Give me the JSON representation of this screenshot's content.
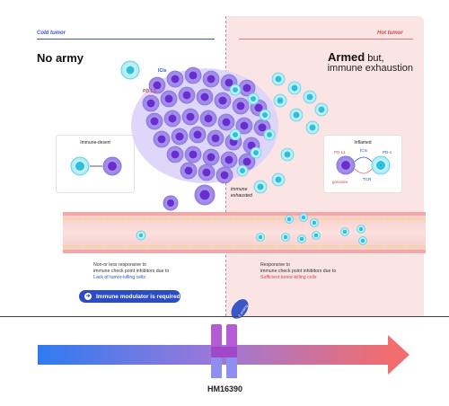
{
  "left": {
    "tag": "Cold tumor",
    "heading": "No army",
    "box_title": "Immune-desert",
    "desc_line1": "Non-or less responsive to",
    "desc_line2": "immune check point inhibitors due to",
    "desc_line3": "Lack of tumor-killing cells",
    "pill_label": "Immune modulator is required",
    "pill_icon": "arrow-right-icon"
  },
  "right": {
    "tag": "Hot tumor",
    "heading_bold": "Armed",
    "heading_rest": " but,",
    "sub": "immune exhaustion",
    "box_title": "Inflamed",
    "box_pdl1": "PD-L1",
    "box_pd1": "PD-1",
    "box_ici": "ICIs",
    "box_tcr": "TCR",
    "box_granules": "granules",
    "desc_line1": "Responsive to",
    "desc_line2": "immune check point inhibitors due to",
    "desc_line3": "Sufficient tumor-killing cells"
  },
  "center": {
    "ici_label": "ICIs",
    "pdl1_label": "PD-L1",
    "exhausted_line1": "immune",
    "exhausted_line2": "exhausted"
  },
  "drug": {
    "name": "HM16390",
    "tag": "IL-2 analog"
  },
  "colors": {
    "cold_blue": "#3a57c7",
    "hot_red": "#e05a5a",
    "tumor_purple": "#7b3fd6",
    "tcell_cyan": "#5fd3e8"
  }
}
